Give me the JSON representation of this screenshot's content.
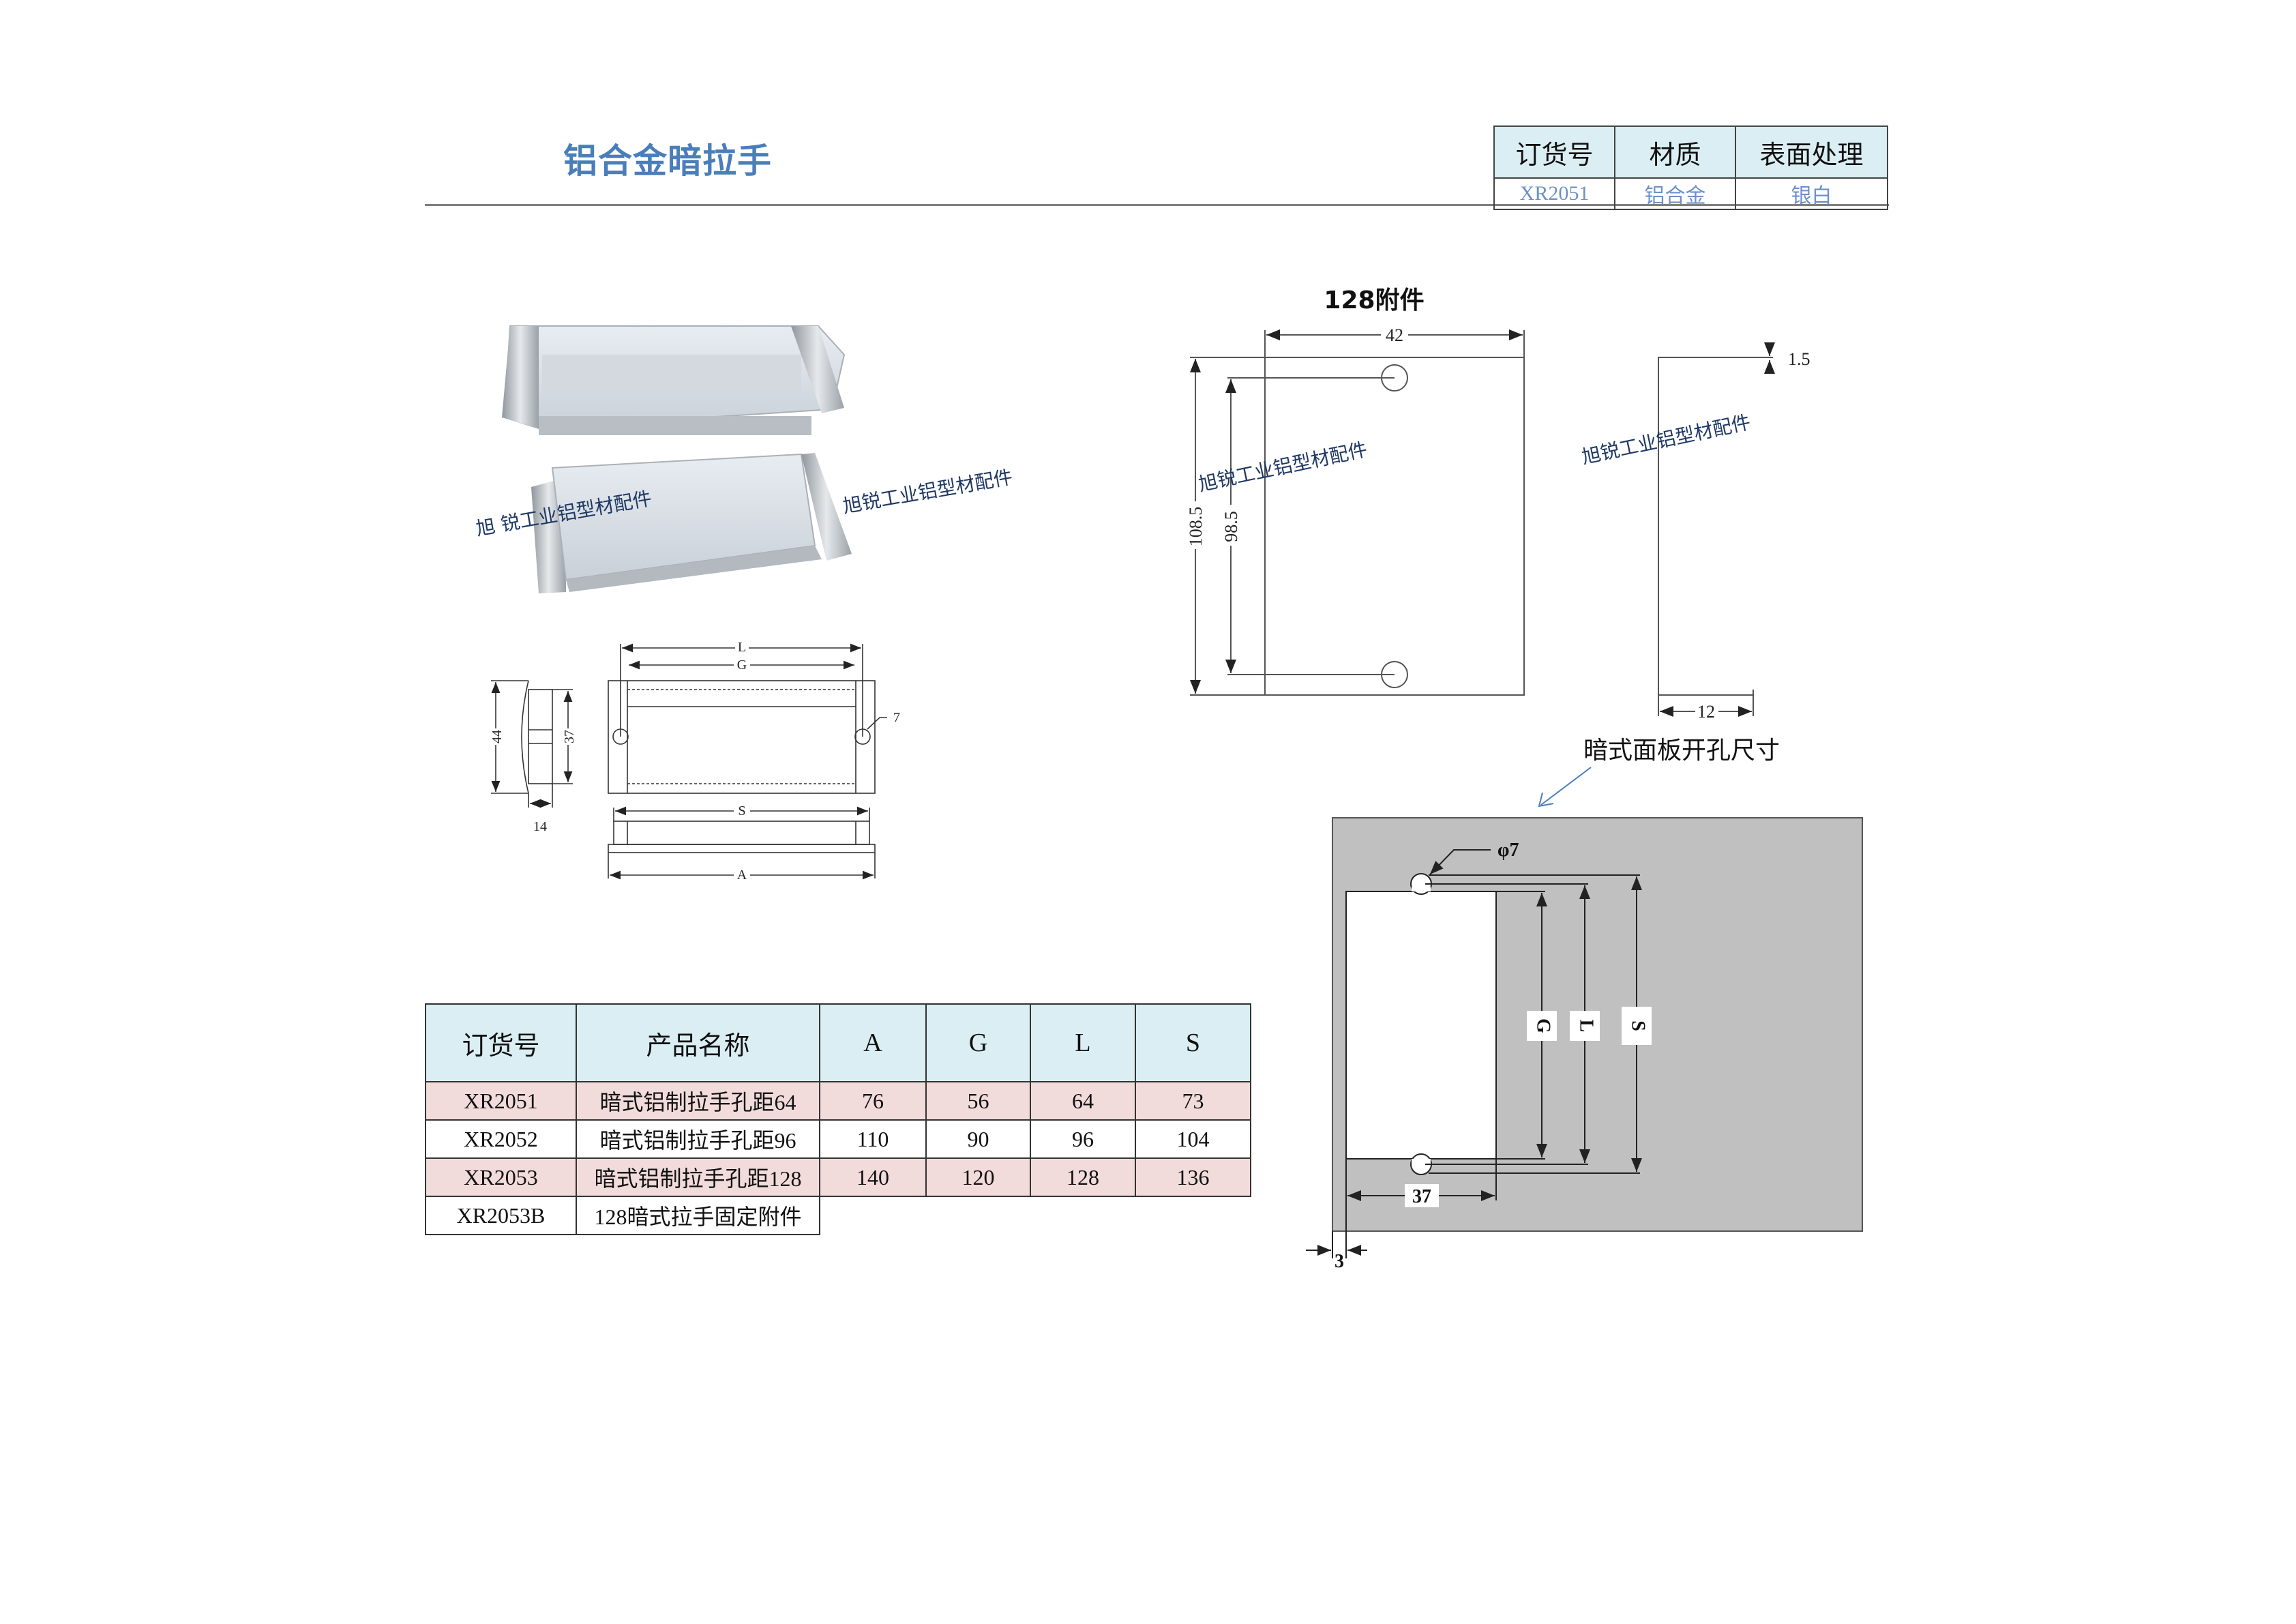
{
  "title": "铝合金暗拉手",
  "spec_table": {
    "headers": [
      "订货号",
      "材质",
      "表面处理"
    ],
    "values": [
      "XR2051",
      "铝合金",
      "银白"
    ]
  },
  "product_table": {
    "headers": [
      "订货号",
      "产品名称",
      "A",
      "G",
      "L",
      "S"
    ],
    "rows": [
      [
        "XR2051",
        "暗式铝制拉手孔距64",
        "76",
        "56",
        "64",
        "73"
      ],
      [
        "XR2052",
        "暗式铝制拉手孔距96",
        "110",
        "90",
        "96",
        "104"
      ],
      [
        "XR2053",
        "暗式铝制拉手孔距128",
        "140",
        "120",
        "128",
        "136"
      ],
      [
        "XR2053B",
        "128暗式拉手固定附件"
      ]
    ]
  },
  "watermarks": {
    "photo_left": "旭 锐工业铝型材配件",
    "photo_right": "旭锐工业铝型材配件",
    "attach_front": "旭锐工业铝型材配件",
    "attach_side": "旭锐工业铝型材配件"
  },
  "handle_drawing": {
    "dim_44": "44",
    "dim_37": "37",
    "dim_14": "14",
    "dim_L": "L",
    "dim_G": "G",
    "dim_7": "7",
    "dim_S": "S",
    "dim_A": "A"
  },
  "attachment_drawing": {
    "title": "128附件",
    "dim_width": "42",
    "dim_outer": "108.5",
    "dim_holes": "98.5",
    "dim_depth": "12",
    "dim_thickness": "1.5"
  },
  "cutout_drawing": {
    "title": "暗式面板开孔尺寸",
    "dim_hole": "φ7",
    "dim_G": "G",
    "dim_L": "L",
    "dim_S": "S",
    "dim_width": "37",
    "dim_offset": "3"
  },
  "colors": {
    "title": "#4a7ebb",
    "header_bg": "#daeef3",
    "row_highlight": "#f2dcdb",
    "panel_gray": "#c0c0c0"
  }
}
